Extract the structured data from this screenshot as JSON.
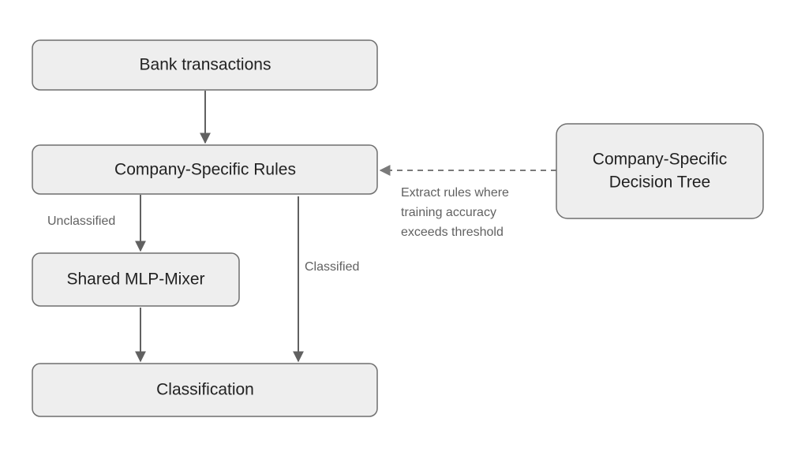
{
  "nodes": {
    "bank_transactions": "Bank transactions",
    "company_rules": "Company-Specific Rules",
    "mlp_mixer": "Shared MLP-Mixer",
    "classification": "Classification",
    "decision_tree": [
      "Company-Specific",
      "Decision Tree"
    ]
  },
  "edges": {
    "unclassified": "Unclassified",
    "classified": "Classified",
    "extract_rules": [
      "Extract rules where",
      "training accuracy",
      "exceeds threshold"
    ]
  },
  "colors": {
    "box_fill": "#eeeeee",
    "box_stroke": "#6f6f6f",
    "arrow": "#616161",
    "label": "#616161"
  }
}
